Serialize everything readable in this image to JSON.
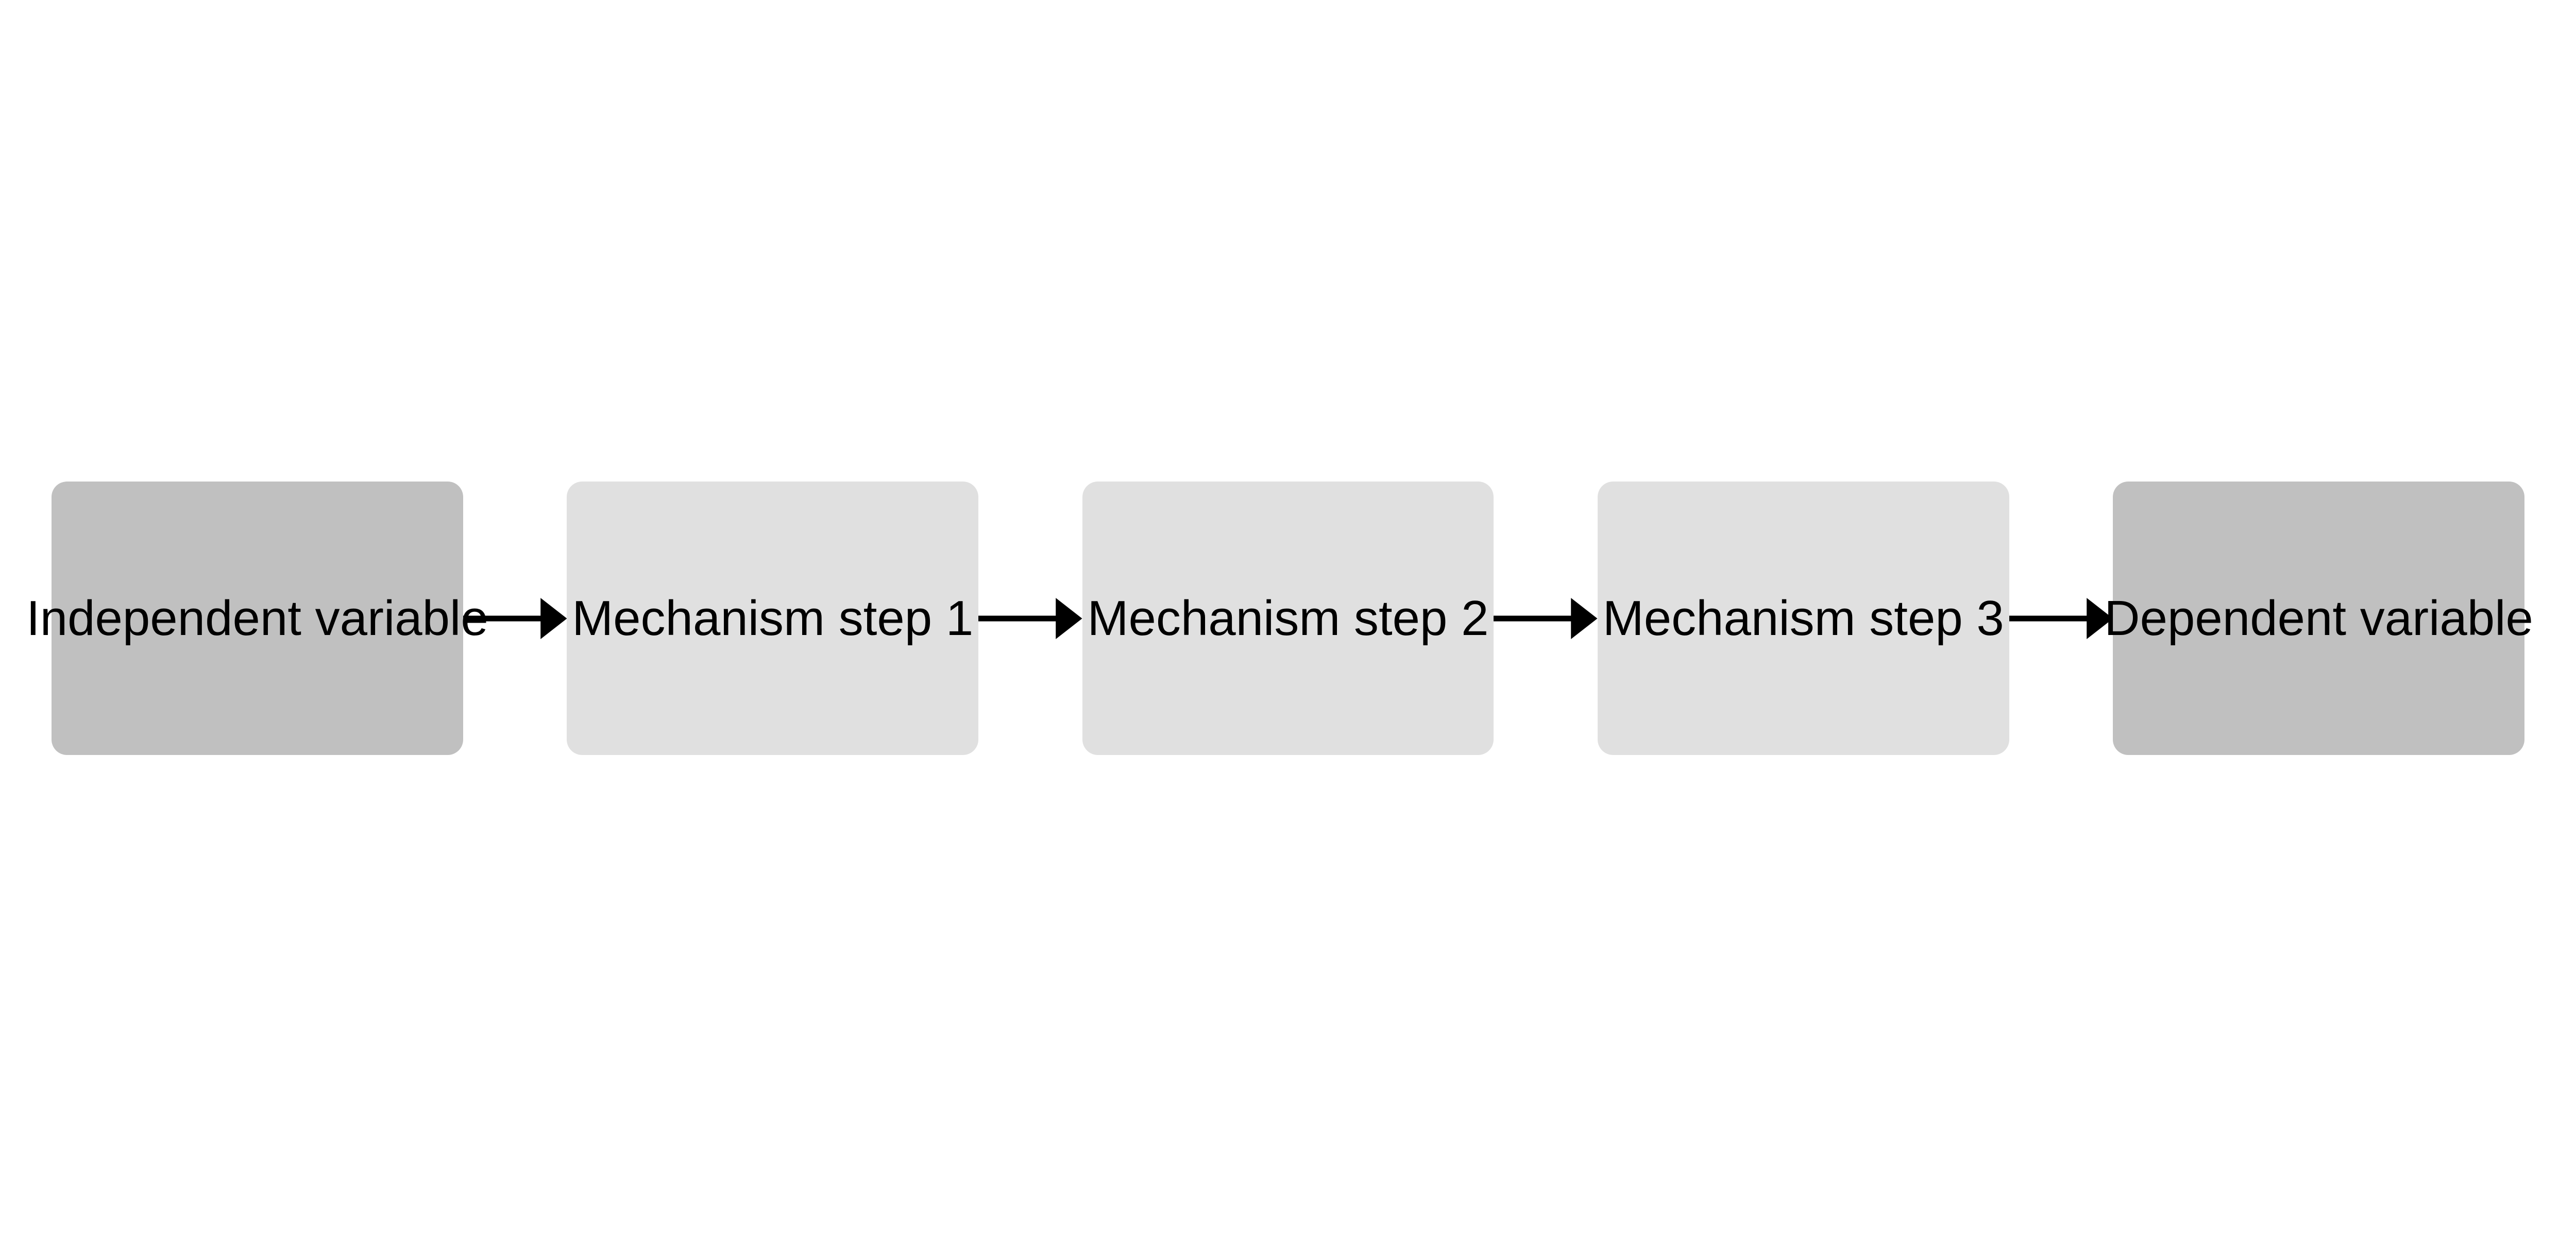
{
  "nodes": [
    {
      "label": "Independent variable",
      "fill": "#c0c0c0"
    },
    {
      "label": "Mechanism step 1",
      "fill": "#e0e0e0"
    },
    {
      "label": "Mechanism step 2",
      "fill": "#e0e0e0"
    },
    {
      "label": "Mechanism step 3",
      "fill": "#e0e0e0"
    },
    {
      "label": "Dependent variable",
      "fill": "#c0c0c0"
    }
  ],
  "edge_color": "#000000"
}
